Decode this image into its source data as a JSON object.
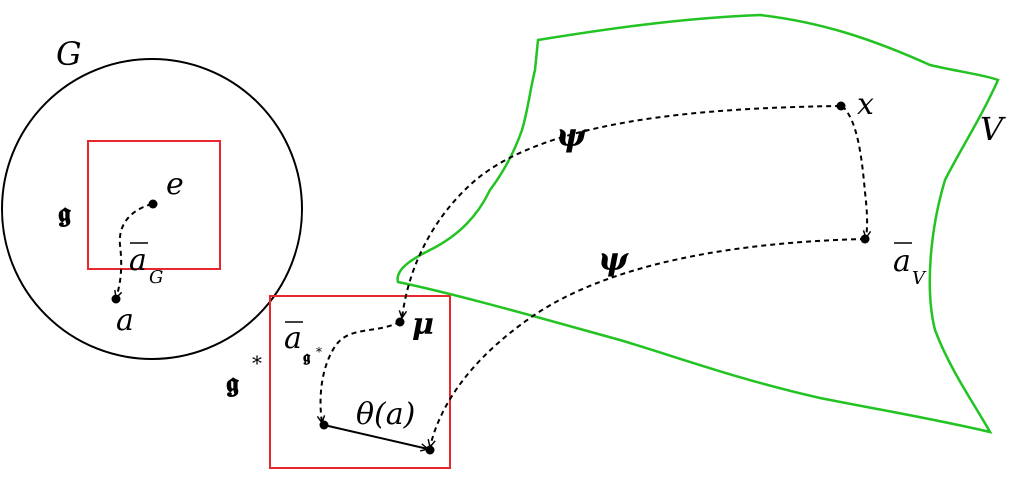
{
  "labels": {
    "group": "G",
    "lie_algebra": "𝖌",
    "dual_algebra": "𝖌",
    "dual_star": "*",
    "identity": "e",
    "element_a": "a",
    "action_G": "a",
    "action_G_sub": "G",
    "action_dual": "a",
    "action_dual_sub": "𝖌",
    "action_dual_subsup": "*",
    "moment": "μ",
    "psi_top": "ψ",
    "psi_bottom": "ψ",
    "point_x": "x",
    "action_V": "a",
    "action_V_sub": "V",
    "manifold": "V",
    "theta": "θ(a)"
  },
  "colors": {
    "circle": "#000000",
    "box": "#e8262d",
    "manifold": "#22c322",
    "arrows": "#000000"
  }
}
